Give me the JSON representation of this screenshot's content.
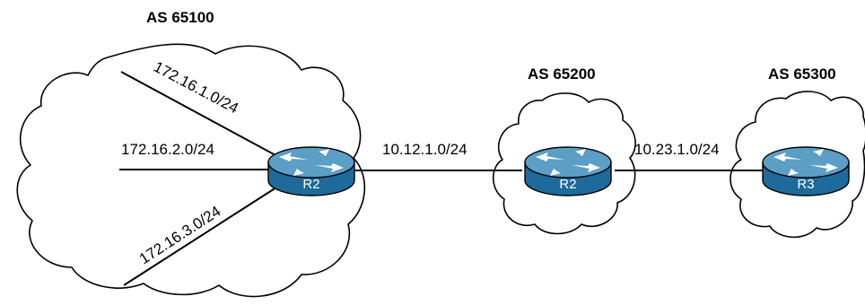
{
  "colors": {
    "router_top": "#5b9ec6",
    "router_body": "#1d6a9b",
    "router_side": "#155a87",
    "outline": "#000000",
    "arrow": "#ffffff"
  },
  "autonomous_systems": [
    {
      "label": "AS 65100"
    },
    {
      "label": "AS 65200"
    },
    {
      "label": "AS 65300"
    }
  ],
  "routers": [
    {
      "label": "R2",
      "icon": "router-icon"
    },
    {
      "label": "R2",
      "icon": "router-icon"
    },
    {
      "label": "R3",
      "icon": "router-icon"
    }
  ],
  "networks": [
    {
      "label": "172.16.1.0/24"
    },
    {
      "label": "172.16.2.0/24"
    },
    {
      "label": "172.16.3.0/24"
    },
    {
      "label": "10.12.1.0/24"
    },
    {
      "label": "10.23.1.0/24"
    }
  ]
}
